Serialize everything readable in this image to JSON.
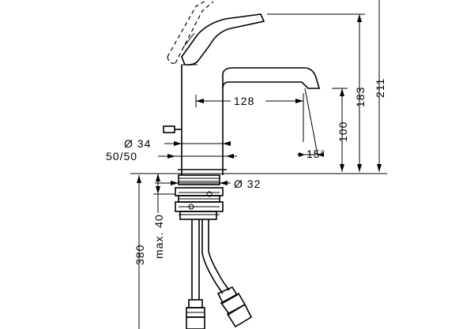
{
  "dimensions": {
    "d128": "128",
    "d100": "100",
    "d183": "183",
    "d211": "211",
    "d15": "15°",
    "d34": "Ø 34",
    "d5050": "50/50",
    "d32": "Ø 32",
    "d380": "380",
    "dmax40": "max. 40"
  }
}
